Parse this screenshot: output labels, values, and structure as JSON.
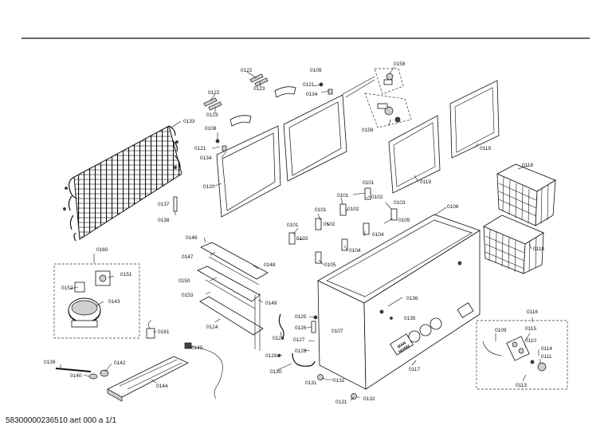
{
  "footer_text": "58300000236510 aet 000 a 1/1",
  "badge_text": [
    "MAN",
    "NORM"
  ],
  "labels": {
    "l0158": "0158",
    "l0109a": "0109",
    "l0121a": "0121",
    "l0134a": "0134",
    "l0122a": "0122",
    "l0123a": "0123",
    "l0159": "0159",
    "l0122b": "0122",
    "l0123b": "0123",
    "l0133": "0133",
    "l0108": "0108",
    "l0121b": "0121",
    "l0134b": "0134",
    "l0120": "0120",
    "l0119a": "0119",
    "l0119b": "0119",
    "l0118a": "0118",
    "l0118b": "0118",
    "l0137": "0137",
    "l0138": "0138",
    "l0106": "0106",
    "l0101a": "0101",
    "l0102a": "0102",
    "l0101b": "0101",
    "l0102b": "0102",
    "l0103": "0103",
    "l0105a": "0105",
    "l0101c": "0101",
    "l0102c": "0102",
    "l0104a": "0104",
    "l0101d": "0101",
    "l0102d": "0102",
    "l0104b": "0104",
    "l0105b": "0105",
    "l0146": "0146",
    "l0147": "0147",
    "l0148": "0148",
    "l0160": "0160",
    "l0151": "0151",
    "l0152": "0152",
    "l0143": "0143",
    "l0150": "0150",
    "l0153": "0153",
    "l0149": "0149",
    "l0124a": "0124",
    "l0136": "0136",
    "l0125": "0125",
    "l0135": "0135",
    "l0126": "0126",
    "l0107": "0107",
    "l0127": "0127",
    "l0124b": "0124",
    "l0128": "0128",
    "l0129": "0129",
    "l0130": "0130",
    "l0131a": "0131",
    "l0132a": "0132",
    "l0131b": "0131",
    "l0132b": "0132",
    "l0117": "0117",
    "l0116": "0116",
    "l0109b": "0109",
    "l0115": "0115",
    "l0110": "0110",
    "l0114": "0114",
    "l0111": "0111",
    "l0113": "0113",
    "l0161": "0161",
    "l0145": "0145",
    "l0139": "0139",
    "l0142": "0142",
    "l0140": "0140",
    "l0144": "0144"
  }
}
